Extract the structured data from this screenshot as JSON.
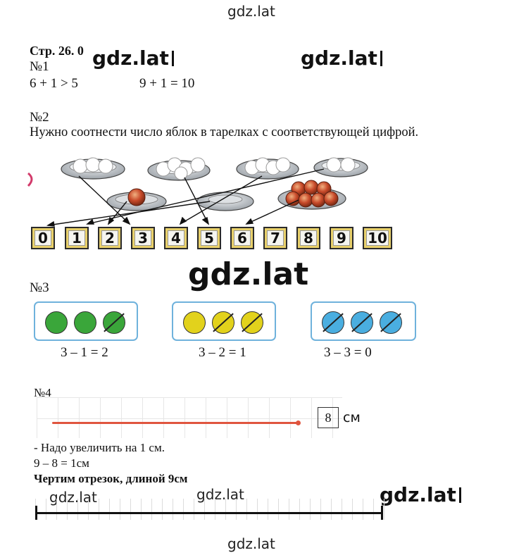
{
  "watermarks": {
    "main": "gdz.lat"
  },
  "header": {
    "page_label": "Стр. 26. 0"
  },
  "task1": {
    "label": "№1",
    "expr_left": "6 + 1 > 5",
    "expr_right": "9 + 1 = 10"
  },
  "task2": {
    "label": "№2",
    "instruction": "Нужно соотнести число яблок в тарелках с соответствующей цифрой.",
    "numbers": [
      "0",
      "1",
      "2",
      "3",
      "4",
      "5",
      "6",
      "7",
      "8",
      "9",
      "10"
    ]
  },
  "task3": {
    "label": "№3",
    "groups": [
      {
        "color": "#3aa63a",
        "crossed": 1,
        "equation": "3 – 1 = 2"
      },
      {
        "color": "#e2d21c",
        "crossed": 2,
        "equation": "3 – 2 = 1"
      },
      {
        "color": "#4aaee0",
        "crossed": 3,
        "equation": "3 – 3 = 0"
      }
    ]
  },
  "task4": {
    "label": "№4",
    "length_value": "8",
    "unit": "см",
    "note1": "- Надо увеличить на 1 см.",
    "note2": "9 – 8 = 1см",
    "note3": "Чертим отрезок, длиной  9см"
  },
  "colors": {
    "segment": "#e0553f",
    "box_frame": "#6fb2dc",
    "number_tile": "#e8d06a"
  }
}
